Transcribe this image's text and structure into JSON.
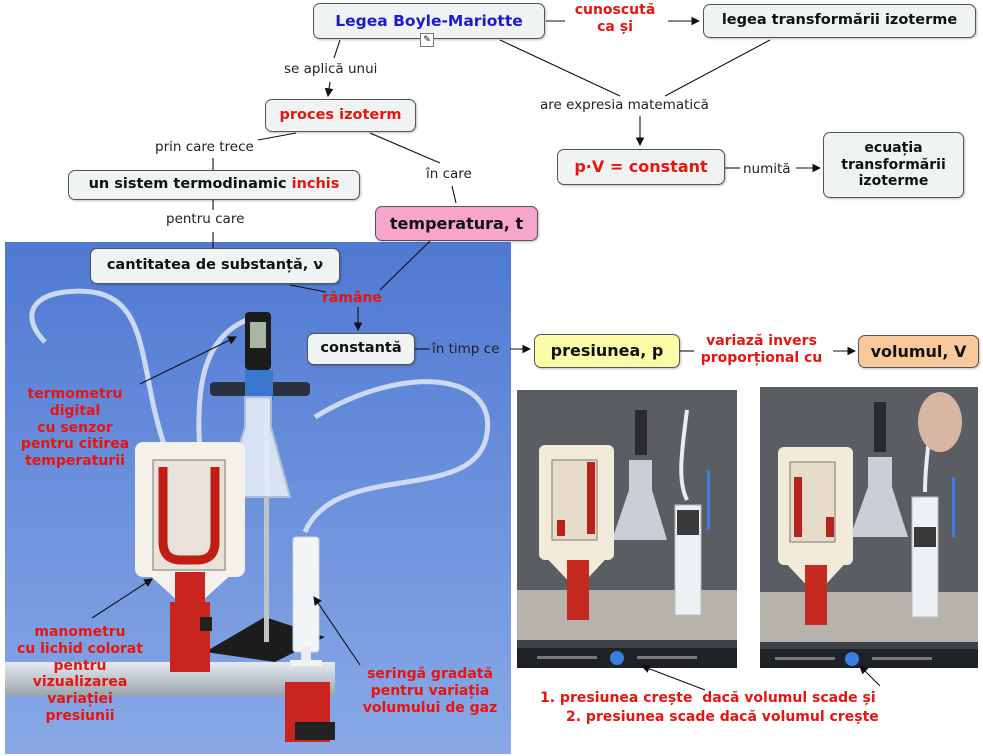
{
  "nodes": {
    "boyle": "Legea Boyle-Mariotte",
    "izoterm_law": "legea transformării izoterme",
    "proces": "proces izoterm",
    "sistem_a": "un sistem termodinamic ",
    "sistem_b": "inchis",
    "temperatura": "temperatura, t",
    "cantitate": "cantitatea de substanță, ν",
    "formula": "p·V = constant",
    "ecuatia": "ecuația transformării izoterme",
    "constanta": "constantă",
    "presiunea": "presiunea, p",
    "volumul": "volumul, V"
  },
  "links": {
    "cunoscuta": "cunoscută\nca și",
    "se_aplica": "se aplică unui",
    "are_expresia": "are expresia matematică",
    "prin_care": "prin care trece",
    "in_care": "în care",
    "pentru_care": "pentru care",
    "numita": "numită",
    "ramane": "rămâne",
    "in_timp_ce": "în timp ce",
    "variaza": "variază invers\nproporțional cu"
  },
  "annotations": {
    "termometru": "termometru\ndigital\ncu senzor\npentru citirea\ntemperaturii",
    "manometru": "manometru\ncu lichid colorat\npentru\nvizualizarea\nvariației\npresiunii",
    "seringa": "seringă gradată\npentru variația\nvolumului de gaz",
    "concluzie_1": "1. presiunea crește  dacă volumul scade și",
    "concluzie_2": "2. presiunea scade dacă volumul crește"
  },
  "colors": {
    "red_text": "#e8150f",
    "title_blue": "#1a1ad0",
    "temperatura_bg": "#f7a6c9",
    "presiunea_bg": "#fbfba8",
    "volumul_bg": "#f9c99c",
    "node_bg": "#f0f3f3",
    "photo_bg": "#5f86d8"
  },
  "icons": [
    "concept-map-icon"
  ]
}
